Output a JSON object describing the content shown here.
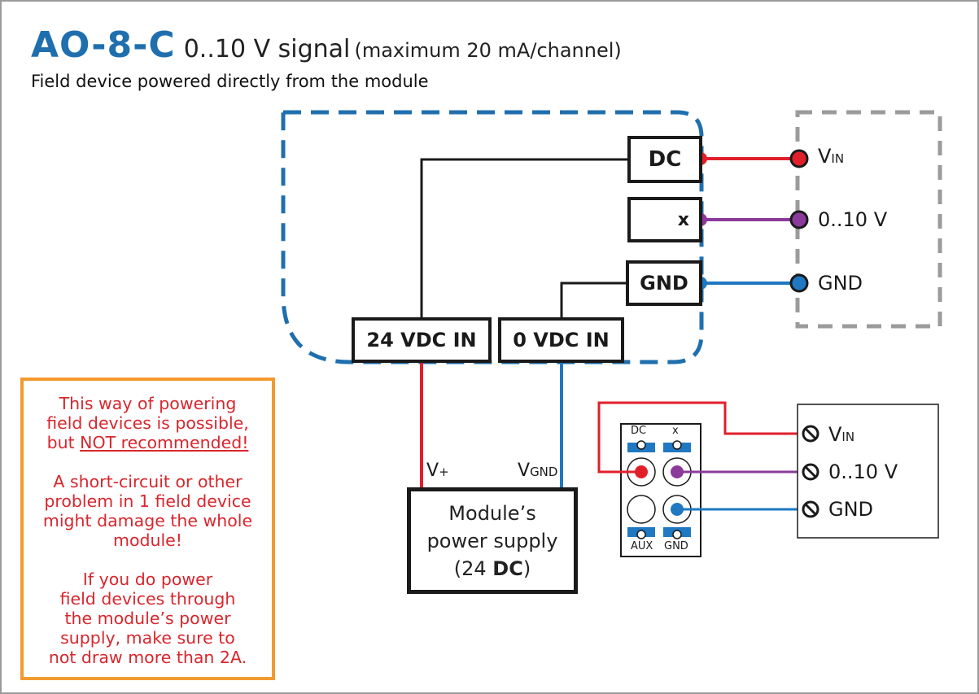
{
  "header": {
    "title": "AO-8-C",
    "title_sub": "0..10 V signal",
    "title_note": "(maximum 20 mA/channel)",
    "subtitle": "Field device powered directly from the module"
  },
  "module": {
    "terminals": {
      "dc": "DC",
      "x": "x",
      "gnd": "GND",
      "in24": "24 VDC IN",
      "in0": "0 VDC IN"
    }
  },
  "field_device": {
    "vin_main": "V",
    "vin_sub": "IN",
    "signal": "0..10 V",
    "gnd": "GND"
  },
  "power_supply": {
    "line1": "Module’s",
    "line2": "power supply",
    "line3_prefix": "(24 ",
    "line3_bold": "DC",
    "line3_suffix": ")",
    "vplus_main": "V",
    "vplus_sub": "+",
    "vgnd_main": "V",
    "vgnd_sub": "GND"
  },
  "connector": {
    "top_left": "DC",
    "top_right": "x",
    "bottom_left": "AUX",
    "bottom_right": "GND"
  },
  "field_device_2": {
    "vin_main": "V",
    "vin_sub": "IN",
    "signal": "0..10 V",
    "gnd": "GND"
  },
  "warning": {
    "p1_line1": "This way of powering",
    "p1_line2": "field devices is possible,",
    "p1_line3_prefix": "but ",
    "p1_line3_underlined": "NOT recommended!",
    "p2_line1": "A short-circuit or other",
    "p2_line2": "problem in 1 field device",
    "p2_line3": "might damage the whole",
    "p2_line4": "module!",
    "p3_line1": "If you do power",
    "p3_line2": "field devices through",
    "p3_line3": "the module’s power",
    "p3_line4": "supply, make sure to",
    "p3_line5": "not draw more than 2A."
  },
  "colors": {
    "title_blue": "#1f6fae",
    "module_outline": "#1f6fae",
    "device_outline": "#9b9b9b",
    "wire_red": "#e11f2b",
    "wire_purple": "#8b3a9a",
    "wire_blue": "#1f78c1",
    "warning_border": "#f29a2e",
    "warning_text": "#d8262d"
  }
}
